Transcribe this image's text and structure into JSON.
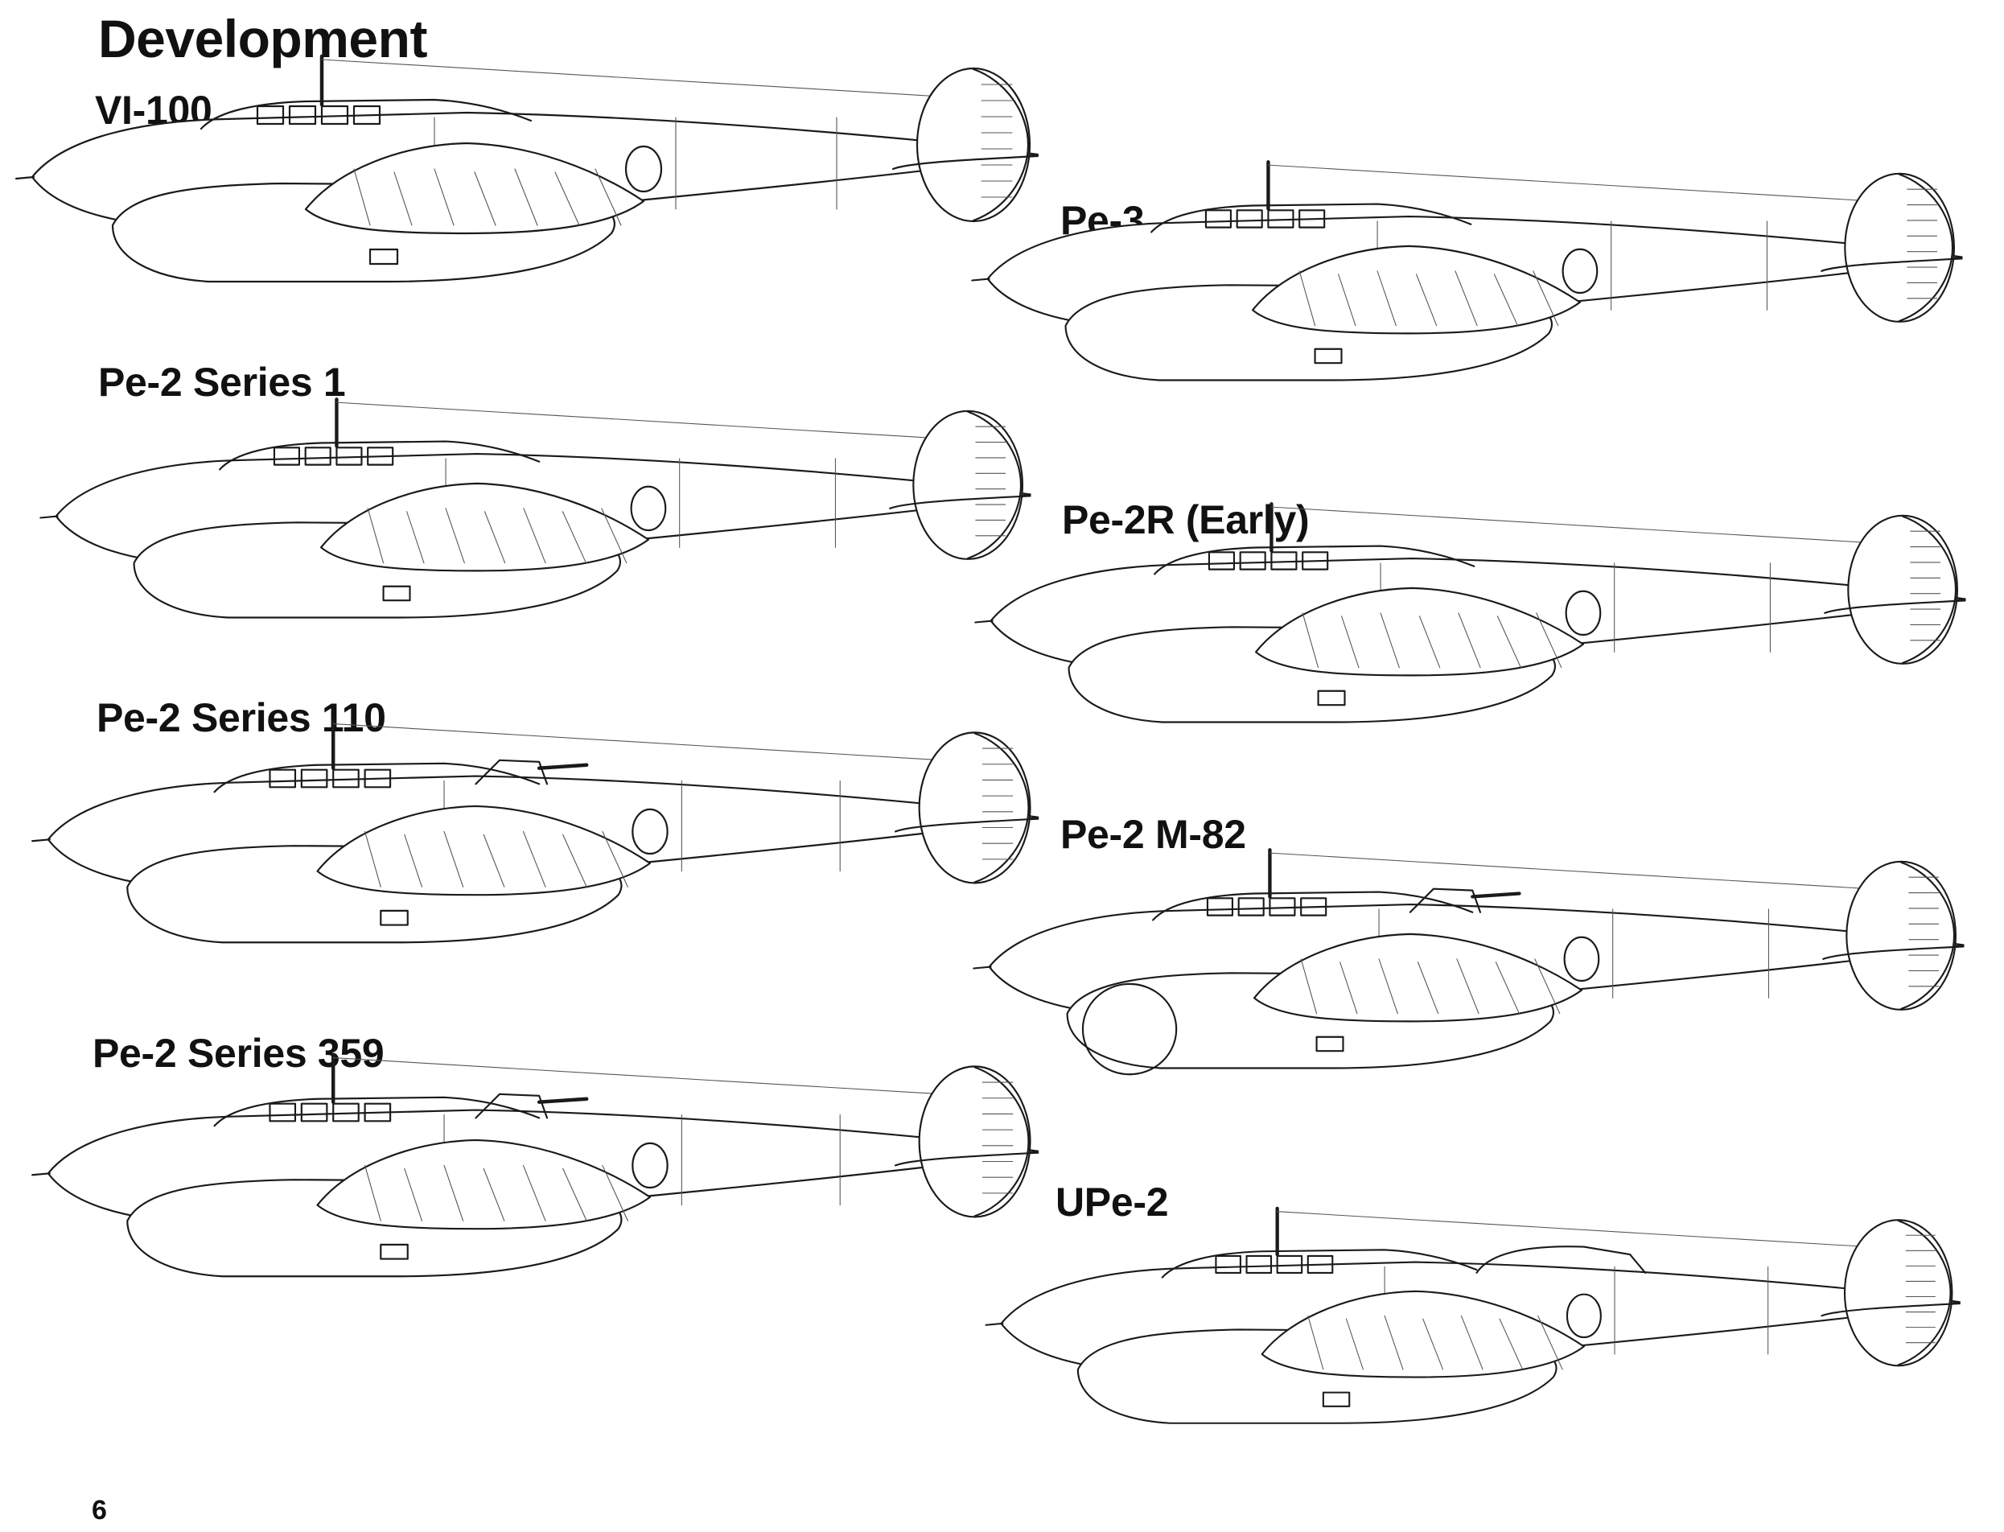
{
  "page": {
    "heading": "Development",
    "page_number": "6"
  },
  "aircraft": [
    {
      "id": "vi-100",
      "label": "VI-100"
    },
    {
      "id": "pe-3",
      "label": "Pe-3"
    },
    {
      "id": "pe-2-series-1",
      "label": "Pe-2 Series 1"
    },
    {
      "id": "pe-2r-early",
      "label": "Pe-2R (Early)"
    },
    {
      "id": "pe-2-series-110",
      "label": "Pe-2 Series 110"
    },
    {
      "id": "pe-2-m-82",
      "label": "Pe-2 M-82"
    },
    {
      "id": "pe-2-series-359",
      "label": "Pe-2 Series 359"
    },
    {
      "id": "upe-2",
      "label": "UPe-2"
    }
  ]
}
